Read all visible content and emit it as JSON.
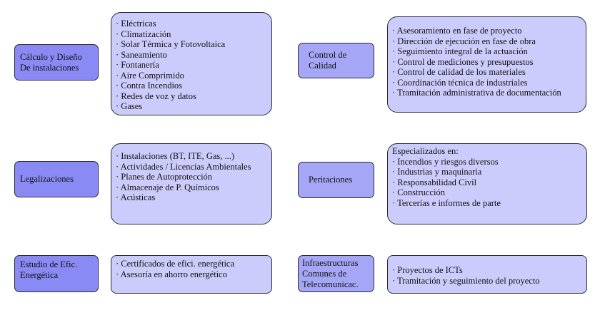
{
  "services": [
    {
      "title": "Cálculo y Diseño De instalaciones",
      "items": [
        "Eléctricas",
        "Climatización",
        "Solar Térmica y Fotovoltaica",
        "Saneamiento",
        "Fontanería",
        "Aire Comprimido",
        "Contra Incendios",
        "Redes de voz y datos",
        "Gases"
      ]
    },
    {
      "title": "Control de Calidad",
      "items": [
        "Asesoramiento en fase de proyecto",
        "Dirección de ejecución en fase de obra",
        "Seguimiento integral de la actuación",
        "Control de mediciones y presupuestos",
        "Control de calidad de los materiales",
        "Coordinación técnica de industriales",
        "Tramitación administrativa de documentación"
      ]
    },
    {
      "title": "Legalizaciones",
      "items": [
        "Instalaciones (BT, ITE, Gas, ...)",
        "Actividades / Licencias Ambientales",
        "Planes de Autoprotección",
        "Almacenaje de P. Químicos",
        "Acústicas"
      ]
    },
    {
      "title": "Peritaciones",
      "intro": "Especializados en:",
      "items": [
        "Incendios y riesgos diversos",
        "Industrias y maquinaria",
        "Responsabilidad Civil",
        "Construcción",
        "Tercerías e informes de parte"
      ]
    },
    {
      "title": "Estudio de Efic. Energética",
      "items": [
        "Certificados de efici. energética",
        "Asesoría en ahorro energético"
      ]
    },
    {
      "title": "Infraestructuras Comunes de Telecomunicac.",
      "items": [
        "Proyectos de ICTs",
        "Tramitación y seguimiento del proyecto"
      ]
    }
  ],
  "colors": {
    "label_dark": "#8a8af4",
    "label_light": "#a6a6f6",
    "content": "#ccccfc"
  }
}
